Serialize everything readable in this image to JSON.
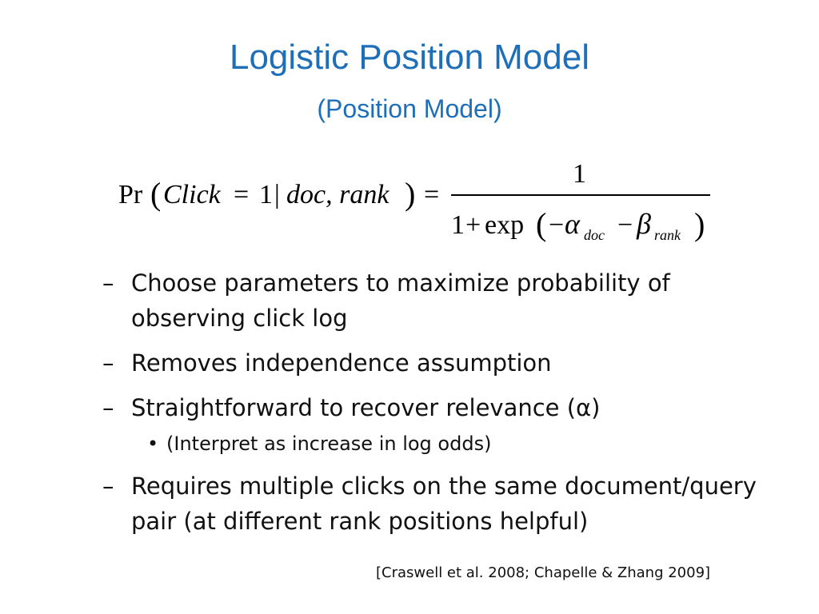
{
  "title": "Logistic Position Model",
  "subtitle": "(Position Model)",
  "formula": {
    "pr": "Pr",
    "lparen": "(",
    "click": "Click",
    "eq1": "=",
    "one": "1",
    "bar": "|",
    "docrank": "doc, rank",
    "rparen": ")",
    "eq2": "=",
    "numerator": "1",
    "den_one": "1",
    "plus": "+",
    "exp": "exp",
    "den_lparen": "(",
    "minus1": "−",
    "alpha": "α",
    "doc_sub": "doc",
    "minus2": "−",
    "beta": "β",
    "rank_sub": "rank",
    "den_rparen": ")"
  },
  "bullets": [
    {
      "dash": "–",
      "text": "Choose parameters to maximize probability of observing click log"
    },
    {
      "dash": "–",
      "text": "Removes independence assumption"
    },
    {
      "dash": "–",
      "text": "Straightforward to recover relevance (α)"
    },
    {
      "dot": "•",
      "text": "(Interpret as increase in log odds)"
    },
    {
      "dash": "–",
      "text": "Requires multiple clicks on the same document/query pair (at different rank positions helpful)"
    }
  ],
  "citation": "[Craswell et al. 2008; Chapelle & Zhang 2009]",
  "colors": {
    "title": "#1f6fb8",
    "text": "#111111"
  }
}
